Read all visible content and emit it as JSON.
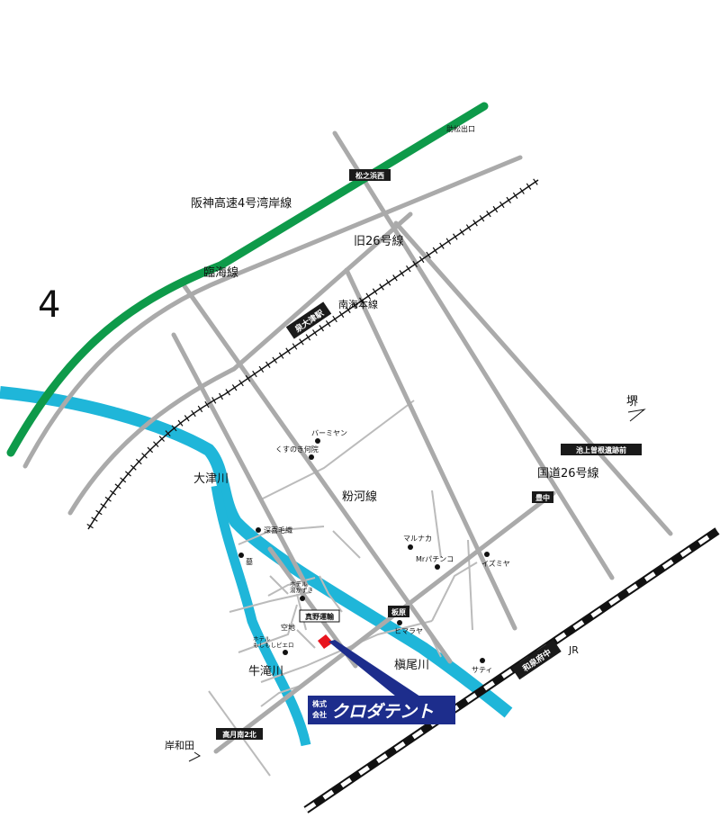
{
  "map": {
    "north_mark": "4",
    "colors": {
      "expressway": "#0e9a4a",
      "river": "#1fb6d9",
      "road": "#aaaaaa",
      "minor_road": "#bbbbbb",
      "rail": "#111111",
      "site": "#e8141e",
      "company_box": "#1d2d8c",
      "station_box": "#1a1a1a"
    },
    "roads": {
      "expressway": "阪神高速4号湾岸線",
      "rinkai": "臨海線",
      "old26": "旧26号線",
      "nankai": "南海本線",
      "kokudo26": "国道26号線",
      "kokawa": "粉河線"
    },
    "rivers": {
      "otsu": "大津川",
      "ushitaki": "牛滝川",
      "makio": "槇尾川"
    },
    "places": {
      "sakai": "堺",
      "kishiwada": "岸和田",
      "jr": "JR"
    },
    "boxes": {
      "sukematsu_exit": "助松出口",
      "matsunohama_nishi": "松之浜西",
      "izumiotsu_station": "泉大津駅",
      "ikegami_sone": "池上曽根遺跡前",
      "toyonaka": "豊中",
      "itahara": "板原",
      "takatsuki_minami": "高月南2北",
      "izumifuchu_station": "和泉府中"
    },
    "landmarks": {
      "bamiyan": "バーミヤン",
      "kusunoki": "くすのき何院",
      "fukaki": "深喜毛織",
      "haka": "墓",
      "hotel1": "ホテル\n湯かずき",
      "maruya": "真野運輸",
      "kuchi": "空地",
      "hotel2": "ホテル\nもしもしピエロ",
      "marunaka": "マルナカ",
      "mr_pachinko": "Mrパチンコ",
      "izumiya": "イズミヤ",
      "himaraya": "ヒマラヤ",
      "satei": "サティ"
    },
    "company": {
      "prefix_top": "株式",
      "prefix_bottom": "会社",
      "name": "クロダテント"
    }
  }
}
